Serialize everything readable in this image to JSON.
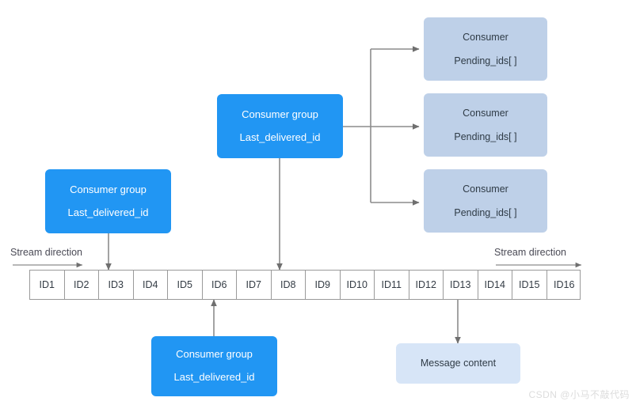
{
  "diagram": {
    "title": "Redis Stream consumer groups diagram",
    "colors": {
      "consumer_group_fill": "#2196f3",
      "consumer_fill": "#bed0e8",
      "message_content_fill": "#d7e5f7",
      "connector": "#8c8c8c",
      "strip_border": "#9a9a9a",
      "background": "#ffffff",
      "watermark": "#dcdcdc"
    },
    "consumer_groups": [
      {
        "id": "cg-left",
        "line1": "Consumer group",
        "line2": "Last_delivered_id"
      },
      {
        "id": "cg-middle",
        "line1": "Consumer group",
        "line2": "Last_delivered_id"
      },
      {
        "id": "cg-bottom",
        "line1": "Consumer group",
        "line2": "Last_delivered_id"
      }
    ],
    "consumers": [
      {
        "id": "consumer-1",
        "line1": "Consumer",
        "line2": "Pending_ids[ ]"
      },
      {
        "id": "consumer-2",
        "line1": "Consumer",
        "line2": "Pending_ids[ ]"
      },
      {
        "id": "consumer-3",
        "line1": "Consumer",
        "line2": "Pending_ids[ ]"
      }
    ],
    "message_content": {
      "label": "Message content"
    },
    "stream_labels": {
      "left": "Stream direction",
      "right": "Stream direction"
    },
    "id_strip": {
      "cells": [
        "ID1",
        "ID2",
        "ID3",
        "ID4",
        "ID5",
        "ID6",
        "ID7",
        "ID8",
        "ID9",
        "ID10",
        "ID11",
        "ID12",
        "ID13",
        "ID14",
        "ID15",
        "ID16"
      ]
    },
    "watermark": "CSDN @小马不敲代码"
  }
}
